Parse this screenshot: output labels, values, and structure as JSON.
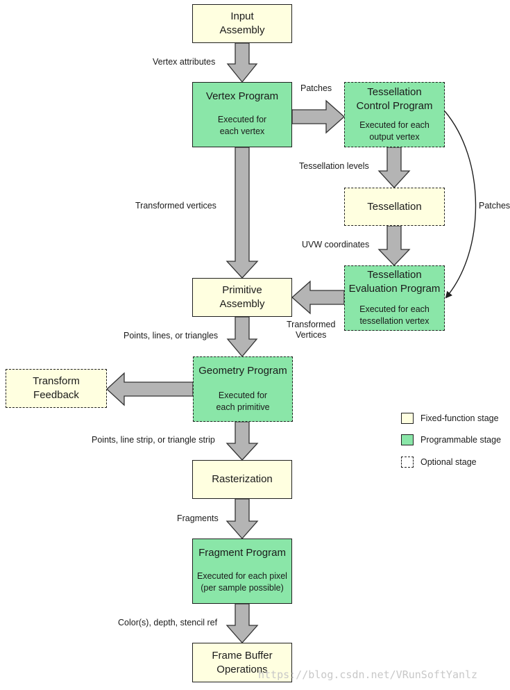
{
  "stages": {
    "input_assembly": {
      "title": "Input\nAssembly"
    },
    "vertex_program": {
      "title": "Vertex Program",
      "sub": "Executed for\neach vertex"
    },
    "tess_control": {
      "title": "Tessellation\nControl Program",
      "sub": "Executed for each\noutput vertex"
    },
    "tessellation": {
      "title": "Tessellation"
    },
    "tess_eval": {
      "title": "Tessellation\nEvaluation Program",
      "sub": "Executed for each\ntessellation vertex"
    },
    "primitive_assembly": {
      "title": "Primitive\nAssembly"
    },
    "geometry_program": {
      "title": "Geometry Program",
      "sub": "Executed for\neach primitive"
    },
    "transform_feedback": {
      "title": "Transform\nFeedback"
    },
    "rasterization": {
      "title": "Rasterization"
    },
    "fragment_program": {
      "title": "Fragment Program",
      "sub": "Executed for each pixel\n(per sample possible)"
    },
    "frame_buffer": {
      "title": "Frame Buffer\nOperations"
    }
  },
  "edge_labels": {
    "vertex_attributes": "Vertex attributes",
    "patches_top": "Patches",
    "tessellation_levels": "Tessellation levels",
    "transformed_vertices": "Transformed vertices",
    "patches_side": "Patches",
    "uvw_coordinates": "UVW coordinates",
    "transformed_vertices_cap": "Transformed\nVertices",
    "points_lines_triangles": "Points, lines, or triangles",
    "points_strips": "Points, line strip, or triangle strip",
    "fragments": "Fragments",
    "color_depth_stencil": "Color(s), depth, stencil ref"
  },
  "legend": {
    "fixed": "Fixed-function stage",
    "programmable": "Programmable stage",
    "optional": "Optional stage"
  },
  "colors": {
    "fixed_fill": "#ffffe0",
    "programmable_fill": "#8ae6a8",
    "arrow_fill": "#b4b4b4",
    "stroke": "#1f1f1f"
  },
  "watermark": "https://blog.csdn.net/VRunSoftYanlz"
}
